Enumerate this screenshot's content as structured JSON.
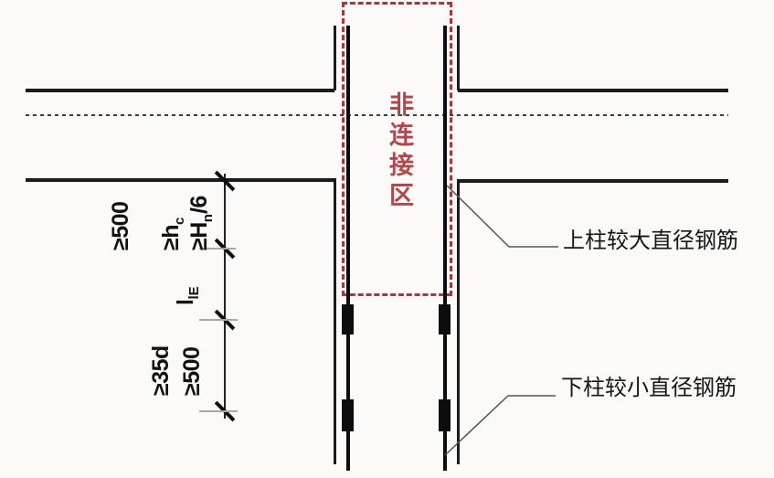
{
  "zone": {
    "label": "非连接区"
  },
  "callouts": {
    "upper": "上柱较大直径钢筋",
    "lower": "下柱较小直径钢筋"
  },
  "dimensions": {
    "d500_top": {
      "prefix": "≥",
      "base": "500"
    },
    "d_hc": {
      "prefix": "≥",
      "base": "h",
      "sub": "c"
    },
    "d_hn6": {
      "prefix": "≥",
      "base": "H",
      "sub": "n",
      "suffix": "/6"
    },
    "d_lle": {
      "base": "l",
      "sub": "lE"
    },
    "d_35d": {
      "prefix": "≥",
      "base": "35d"
    },
    "d500_bottom": {
      "prefix": "≥",
      "base": "500"
    }
  },
  "colors": {
    "zone_red": "#b2474c",
    "dash_red": "#a03a3e",
    "line_black": "#1b1b1b"
  }
}
